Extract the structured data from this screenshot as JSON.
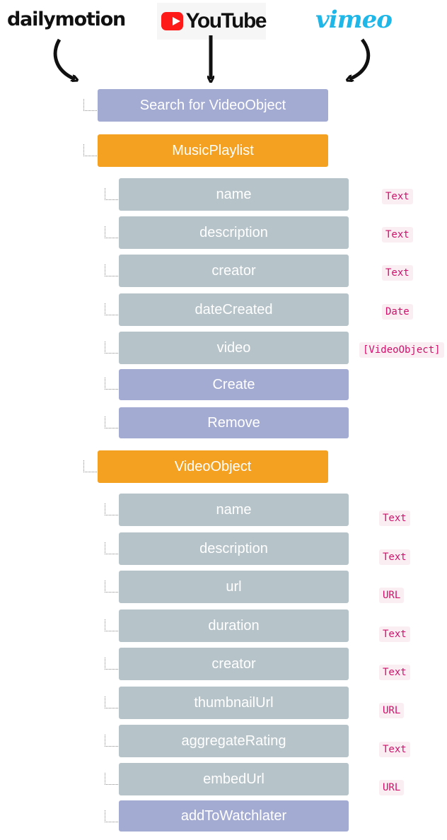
{
  "logos": {
    "dailymotion": "dailymotion",
    "youtube": "YouTube",
    "vimeo": "vimeo"
  },
  "colors": {
    "search": "#a4abd3",
    "section": "#f4a020",
    "property": "#b6c3c9",
    "action": "#a4abd3",
    "type_text": "#d0106a",
    "type_bg": "#fbeef3"
  },
  "search": {
    "label": "Search for VideoObject"
  },
  "music_playlist": {
    "title": "MusicPlaylist",
    "properties": [
      {
        "label": "name",
        "type": "Text"
      },
      {
        "label": "description",
        "type": "Text"
      },
      {
        "label": "creator",
        "type": "Text"
      },
      {
        "label": "dateCreated",
        "type": "Date"
      },
      {
        "label": "video",
        "type": "[VideoObject]"
      }
    ],
    "actions": [
      "Create",
      "Remove"
    ]
  },
  "video_object": {
    "title": "VideoObject",
    "properties": [
      {
        "label": "name",
        "type": "Text"
      },
      {
        "label": "description",
        "type": "Text"
      },
      {
        "label": "url",
        "type": "URL"
      },
      {
        "label": "duration",
        "type": "Text"
      },
      {
        "label": "creator",
        "type": "Text"
      },
      {
        "label": "thumbnailUrl",
        "type": "URL"
      },
      {
        "label": "aggregateRating",
        "type": "Text"
      },
      {
        "label": "embedUrl",
        "type": "URL"
      }
    ],
    "actions": [
      "addToWatchlater"
    ]
  }
}
